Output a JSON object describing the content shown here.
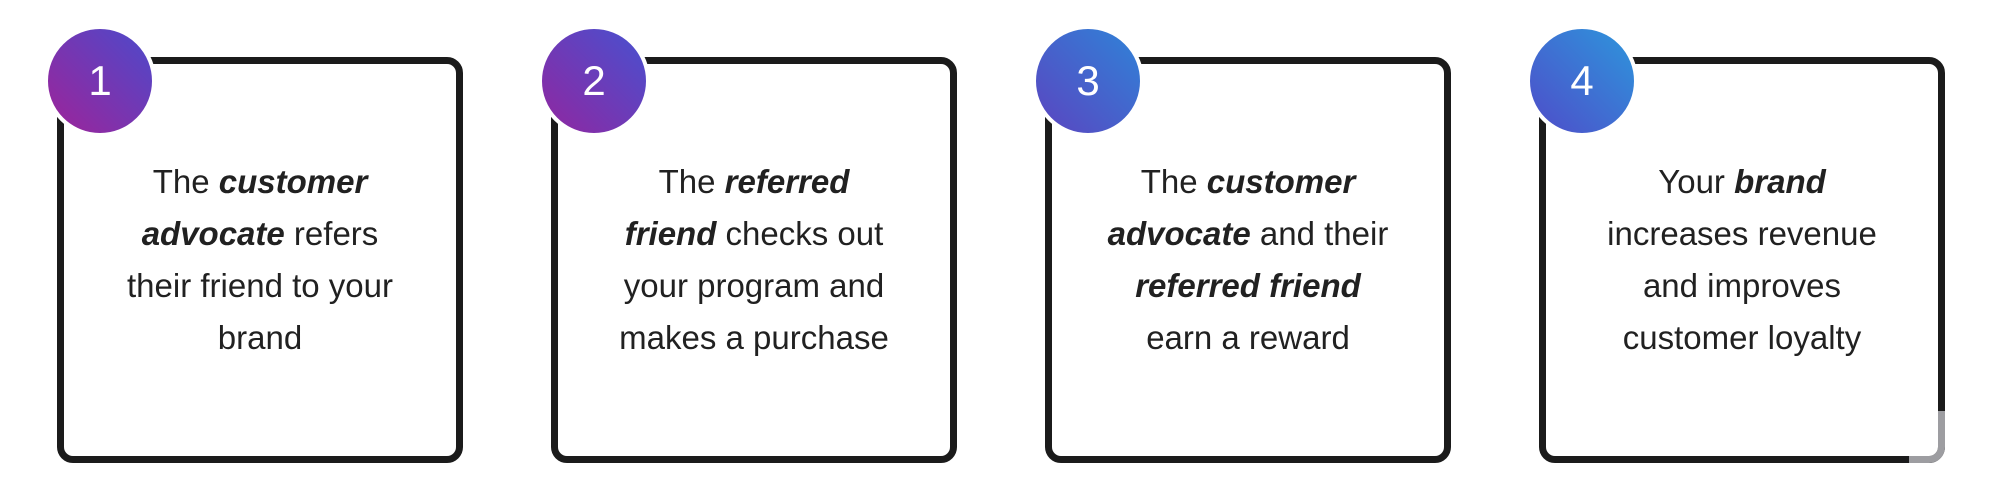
{
  "style": {
    "card_border_color": "#1b1b1b",
    "card_background": "#ffffff",
    "page_background": "#ffffff",
    "text_color": "#212121",
    "badge_text_color": "#ffffff",
    "corner_mark_color": "#9d9da1"
  },
  "cards": [
    {
      "number": "1",
      "badge_gradient_from": "#4c4acb",
      "badge_gradient_to": "#9e2399",
      "lines": [
        [
          {
            "text": "The ",
            "em": false
          },
          {
            "text": "customer",
            "em": true
          }
        ],
        [
          {
            "text": "advocate",
            "em": true
          },
          {
            "text": " refers",
            "em": false
          }
        ],
        [
          {
            "text": "their friend to your",
            "em": false
          }
        ],
        [
          {
            "text": "brand",
            "em": false
          }
        ]
      ],
      "corner_mark": false
    },
    {
      "number": "2",
      "badge_gradient_from": "#4751d0",
      "badge_gradient_to": "#9126a0",
      "lines": [
        [
          {
            "text": "The ",
            "em": false
          },
          {
            "text": "referred",
            "em": true
          }
        ],
        [
          {
            "text": "friend",
            "em": true
          },
          {
            "text": " checks out",
            "em": false
          }
        ],
        [
          {
            "text": "your program and",
            "em": false
          }
        ],
        [
          {
            "text": "makes a purchase",
            "em": false
          }
        ]
      ],
      "corner_mark": false
    },
    {
      "number": "3",
      "badge_gradient_from": "#2f83d8",
      "badge_gradient_to": "#5b44c0",
      "lines": [
        [
          {
            "text": "The ",
            "em": false
          },
          {
            "text": "customer",
            "em": true
          }
        ],
        [
          {
            "text": "advocate",
            "em": true
          },
          {
            "text": " and their",
            "em": false
          }
        ],
        [
          {
            "text": "referred friend",
            "em": true
          }
        ],
        [
          {
            "text": "earn a reward",
            "em": false
          }
        ]
      ],
      "corner_mark": false
    },
    {
      "number": "4",
      "badge_gradient_from": "#2d96dc",
      "badge_gradient_to": "#4f4cc9",
      "lines": [
        [
          {
            "text": "Your ",
            "em": false
          },
          {
            "text": "brand",
            "em": true
          }
        ],
        [
          {
            "text": "increases revenue",
            "em": false
          }
        ],
        [
          {
            "text": "and improves",
            "em": false
          }
        ],
        [
          {
            "text": "customer loyalty",
            "em": false
          }
        ]
      ],
      "corner_mark": true
    }
  ]
}
